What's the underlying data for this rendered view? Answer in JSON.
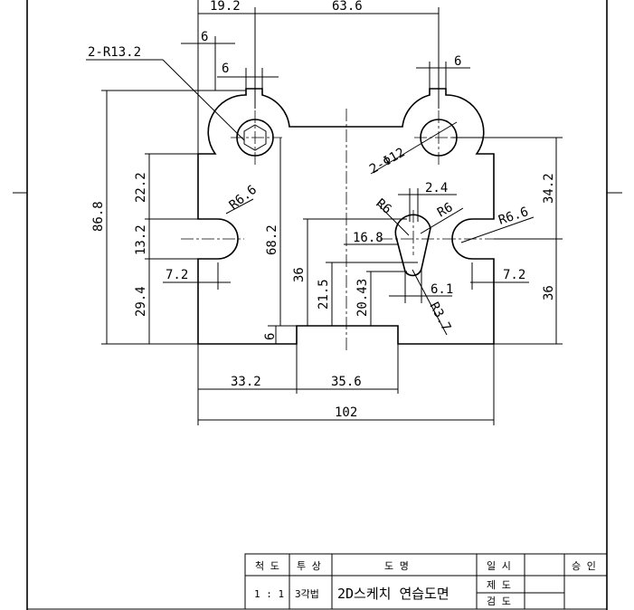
{
  "dimensions": {
    "d_19_2": "19.2",
    "d_63_6": "63.6",
    "d_2_r13_2": "2-R13.2",
    "d_6_a": "6",
    "d_6_b": "6",
    "d_6_c": "6",
    "d_86_8": "86.8",
    "d_22_2": "22.2",
    "d_13_2": "13.2",
    "d_29_4": "29.4",
    "d_7_2_left": "7.2",
    "d_r6_6_left": "R6.6",
    "d_68_2": "68.2",
    "d_36_mid": "36",
    "d_6_bottom": "6",
    "d_16_8": "16.8",
    "d_21_5": "21.5",
    "d_20_43": "20.43",
    "d_6_1": "6.1",
    "d_r3_7": "R3.7",
    "d_2_4": "2.4",
    "d_r6_a": "R6",
    "d_r6_b": "R6",
    "d_2_phi12": "2-Φ12",
    "d_r6_6_right": "R6.6",
    "d_34_2": "34.2",
    "d_36_right": "36",
    "d_7_2_right": "7.2",
    "d_33_2": "33.2",
    "d_35_6": "35.6",
    "d_102": "102"
  },
  "title_block": {
    "scale_label": "척 도",
    "projection_label": "투 상",
    "drawing_label": "도 명",
    "date_label": "일 시",
    "approve_label": "승 인",
    "scale_value": "1 : 1",
    "projection_value": "3각법",
    "drawing_name": "2D스케치 연습도면",
    "drawn_label": "제 도",
    "checked_label": "검 도"
  }
}
